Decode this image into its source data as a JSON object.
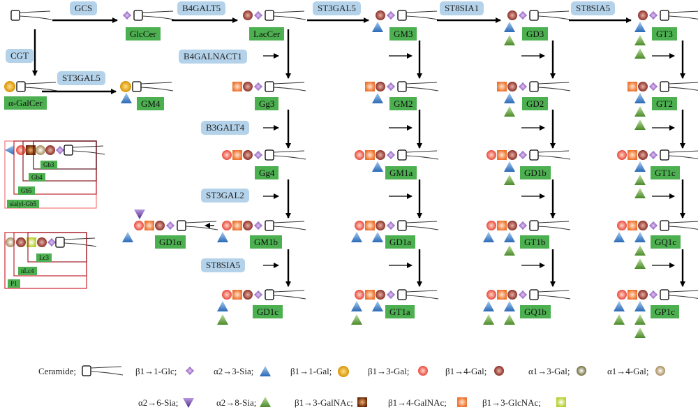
{
  "enzymes": {
    "gcs": "GCS",
    "b4galt5": "B4GALT5",
    "st3gal5_top": "ST3GAL5",
    "st8sia1": "ST8SIA1",
    "st8sia5": "ST8SIA5",
    "cgt": "CGT",
    "st3gal5_left": "ST3GAL5",
    "b4galnact1": "B4GALNACT1",
    "b3galt4": "B3GALT4",
    "st3gal2": "ST3GAL2",
    "st8sia5_mid": "ST8SIA5"
  },
  "glycolipids": {
    "glccer": "GlcCer",
    "laccer": "LacCer",
    "gm3": "GM3",
    "gd3": "GD3",
    "gt3": "GT3",
    "agalcer": "α-GalCer",
    "gm4": "GM4",
    "gg3": "Gg3",
    "gm2": "GM2",
    "gd2": "GD2",
    "gt2": "GT2",
    "gg4": "Gg4",
    "gm1a": "GM1a",
    "gd1b": "GD1b",
    "gt1c": "GT1c",
    "gd1alpha": "GD1α",
    "gm1b": "GM1b",
    "gd1a": "GD1a",
    "gt1b": "GT1b",
    "gq1c": "GQ1c",
    "gd1c": "GD1c",
    "gt1a": "GT1a",
    "gq1b": "GQ1b",
    "gp1c": "GP1c"
  },
  "small_boxes": {
    "gb3": "Gb3",
    "gb4": "Gb4",
    "gb5": "Gb5",
    "sialyl_gb5": "sialyl-Gb5",
    "lc3": "Lc3",
    "nlc4": "nLc4",
    "p1": "P1"
  },
  "legend": {
    "ceramide": "Ceramide;",
    "glc": "β1→1-Glc;",
    "sia23": "α2→3-Sia;",
    "gal11": "β1→1-Gal;",
    "gal13": "β1→3-Gal;",
    "gal14": "β1→4-Gal;",
    "agal13": "α1→3-Gal;",
    "agal14": "α1→4-Gal;",
    "sia26": "α2→6-Sia;",
    "sia28": "α2→8-Sia;",
    "galnac13": "β1→3-GalNAc;",
    "galnac14": "β1→4-GalNAc;",
    "glcnac13": "β1→3-GlcNAc;"
  },
  "colors": {
    "label_bg": "#4caf50",
    "enzyme_bg": "#b4d3ea",
    "glc": "#9b6bc6",
    "sia": "#3a7dc9",
    "sia28": "#5c9c3a",
    "gal11": "#e6a817",
    "gal13": "#f26b5b",
    "gal14": "#a6453a",
    "galnac14": "#f0813d",
    "galnac13": "#8a3a12",
    "glcnac": "#c9dd4a",
    "box_red": "#d9333f"
  }
}
